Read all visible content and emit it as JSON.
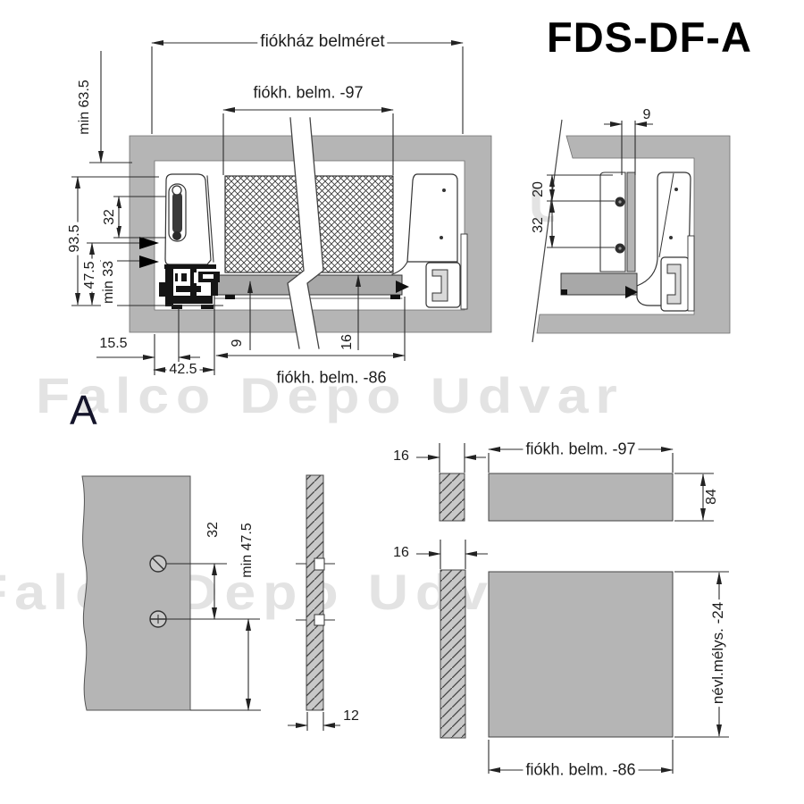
{
  "title": "FDS-DF-A",
  "watermark_text": "Falco Depo Udvar",
  "section_label": "A",
  "drawings": {
    "plan": {
      "housing_inner_width": "fiókház belméret",
      "belm_minus_97": "fiókh. belm. -97",
      "belm_minus_86": "fiókh. belm. -86",
      "min_63_5": "min 63.5",
      "h93_5": "93.5",
      "pitch32": "32",
      "h47_5": "47.5",
      "min33": "min 33",
      "d15_5": "15.5",
      "d42_5": "42.5",
      "d9": "9",
      "d16": "16"
    },
    "rear_detail": {
      "d9": "9",
      "d20": "20",
      "d32": "32"
    },
    "side_panel": {
      "d32": "32",
      "min47_5": "min 47.5",
      "d12": "12"
    },
    "back_top": {
      "d16": "16",
      "belm_minus_97": "fiókh. belm. -97",
      "d84": "84"
    },
    "back_bottom": {
      "d16": "16",
      "belm_minus_86": "fiókh. belm. -86",
      "depth_minus_24": "névl.mélys. -24"
    }
  },
  "colors": {
    "panel_gray": "#b5b5b5",
    "strip_gray": "#a8a8a8",
    "hatch_bg": "#c8c8c8",
    "line": "#2b2b2b",
    "watermark": "#e3e3e3",
    "title_color": "#000000"
  }
}
